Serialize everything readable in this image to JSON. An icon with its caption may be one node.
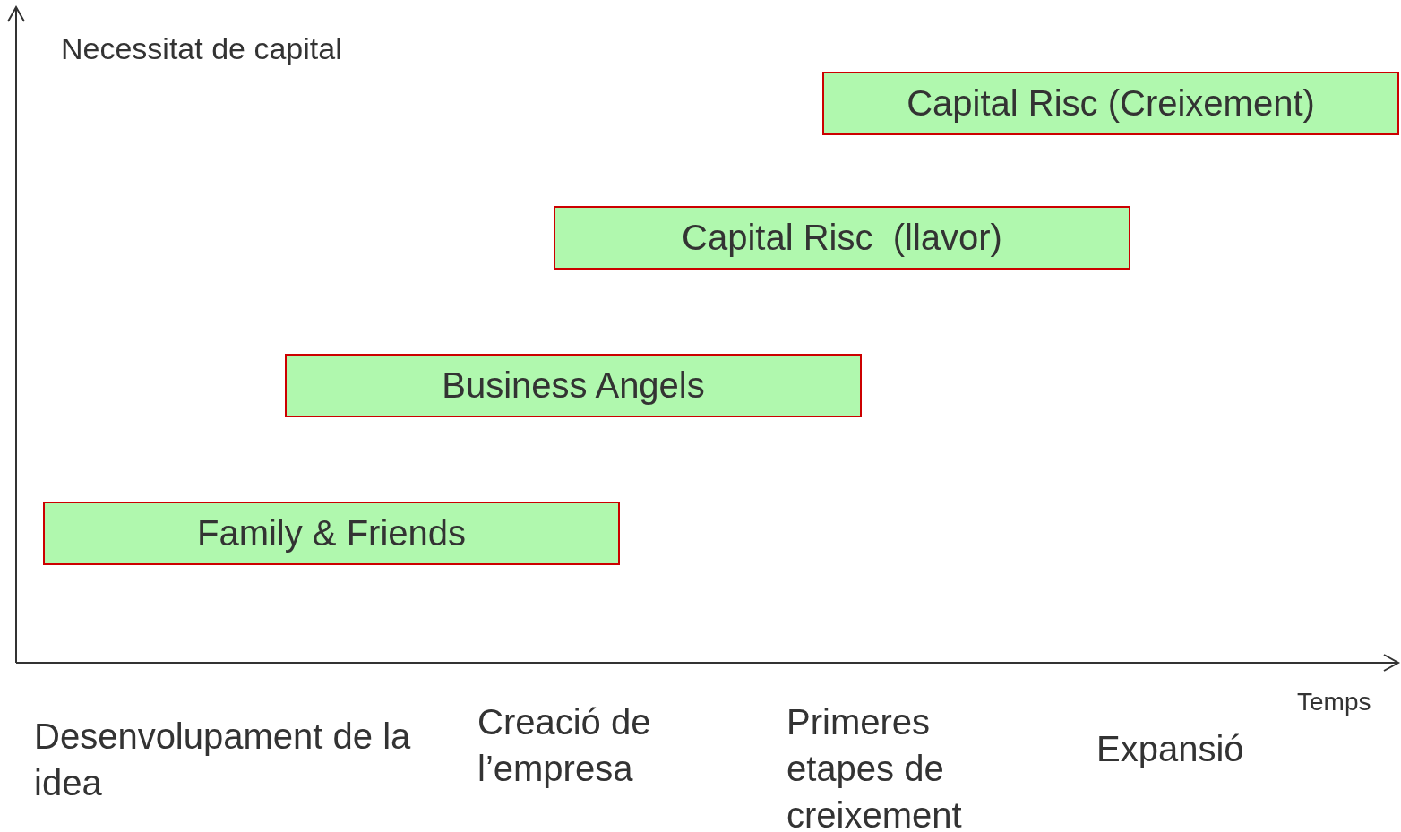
{
  "diagram": {
    "nodes": [
      {
        "text": [
          "Family & Friends"
        ]
      },
      {
        "text": [
          "Business Angels"
        ]
      },
      {
        "text": [
          "Capital Risc  (llavor)"
        ]
      },
      {
        "text": [
          "Capital Risc (Creixement)"
        ]
      }
    ],
    "labels": [
      "Necessitat de capital",
      "Temps",
      "Desenvolupament de la idea",
      "Creació de l’empresa",
      "Primeres etapes de creixement",
      "Expansió"
    ]
  }
}
